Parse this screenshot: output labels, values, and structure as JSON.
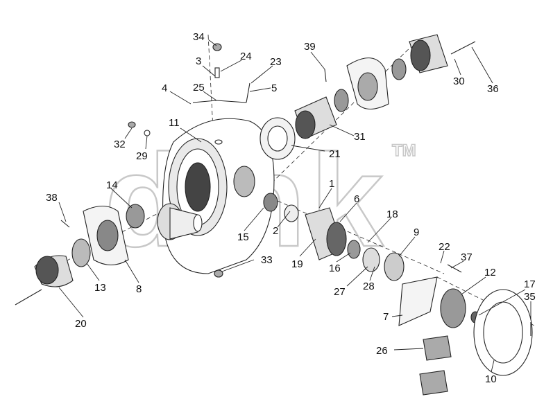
{
  "watermark": {
    "text": "dmk",
    "mark": "TM"
  },
  "callouts": [
    {
      "id": "c1",
      "label": "1"
    },
    {
      "id": "c2",
      "label": "2"
    },
    {
      "id": "c3",
      "label": "3"
    },
    {
      "id": "c4",
      "label": "4"
    },
    {
      "id": "c5",
      "label": "5"
    },
    {
      "id": "c6",
      "label": "6"
    },
    {
      "id": "c7",
      "label": "7"
    },
    {
      "id": "c8",
      "label": "8"
    },
    {
      "id": "c9",
      "label": "9"
    },
    {
      "id": "c10",
      "label": "10"
    },
    {
      "id": "c11",
      "label": "11"
    },
    {
      "id": "c12",
      "label": "12"
    },
    {
      "id": "c13",
      "label": "13"
    },
    {
      "id": "c14",
      "label": "14"
    },
    {
      "id": "c15",
      "label": "15"
    },
    {
      "id": "c16",
      "label": "16"
    },
    {
      "id": "c17",
      "label": "17"
    },
    {
      "id": "c18",
      "label": "18"
    },
    {
      "id": "c19",
      "label": "19"
    },
    {
      "id": "c20",
      "label": "20"
    },
    {
      "id": "c21",
      "label": "21"
    },
    {
      "id": "c22",
      "label": "22"
    },
    {
      "id": "c23",
      "label": "23"
    },
    {
      "id": "c24",
      "label": "24"
    },
    {
      "id": "c25",
      "label": "25"
    },
    {
      "id": "c26",
      "label": "26"
    },
    {
      "id": "c27",
      "label": "27"
    },
    {
      "id": "c28",
      "label": "28"
    },
    {
      "id": "c29",
      "label": "29"
    },
    {
      "id": "c30",
      "label": "30"
    },
    {
      "id": "c31",
      "label": "31"
    },
    {
      "id": "c32",
      "label": "32"
    },
    {
      "id": "c33",
      "label": "33"
    },
    {
      "id": "c34",
      "label": "34"
    },
    {
      "id": "c35",
      "label": "35"
    },
    {
      "id": "c36",
      "label": "36"
    },
    {
      "id": "c37",
      "label": "37"
    },
    {
      "id": "c38",
      "label": "38"
    },
    {
      "id": "c39",
      "label": "39"
    }
  ]
}
